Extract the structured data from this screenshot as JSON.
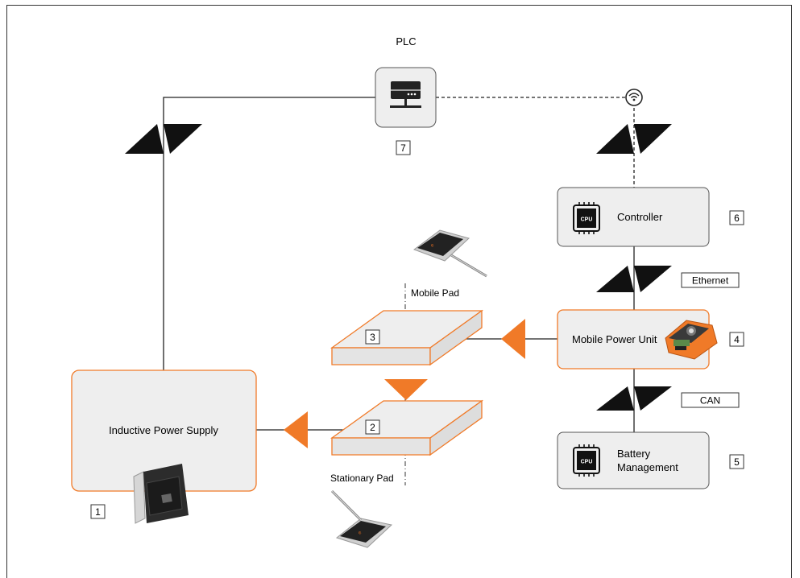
{
  "plc": {
    "title": "PLC",
    "number": "7",
    "icon": "server-icon"
  },
  "wireless": {
    "icon": "wifi-icon"
  },
  "controller": {
    "label": "Controller",
    "number": "6",
    "icon": "cpu-icon",
    "chip_text": "CPU"
  },
  "mobile_power_unit": {
    "label": "Mobile Power Unit",
    "number": "4"
  },
  "battery_management": {
    "label_line1": "Battery",
    "label_line2": "Management",
    "number": "5",
    "icon": "cpu-icon",
    "chip_text": "CPU"
  },
  "inductive_power_supply": {
    "label": "Inductive Power Supply",
    "number": "1"
  },
  "mobile_pad": {
    "label": "Mobile Pad",
    "number": "3"
  },
  "stationary_pad": {
    "label": "Stationary Pad",
    "number": "2"
  },
  "links": {
    "ethernet": "Ethernet",
    "can": "CAN"
  },
  "colors": {
    "accent": "#f07a28",
    "box_fill": "#eeeeee",
    "box_border": "#555555",
    "line": "#222222"
  }
}
